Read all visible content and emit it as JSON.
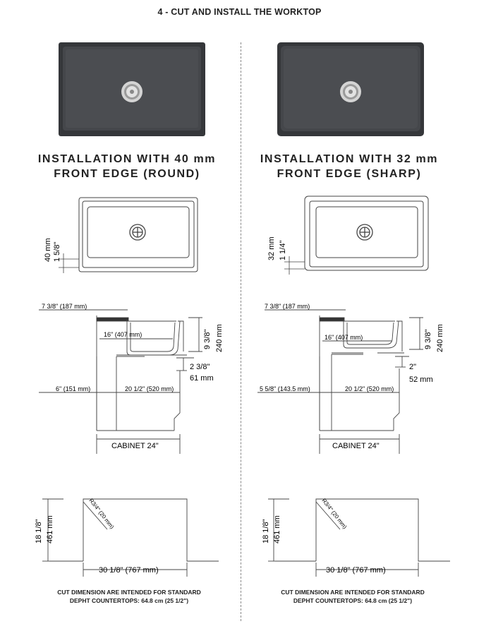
{
  "page_title": "4 - CUT AND INSTALL THE WORKTOP",
  "left": {
    "heading_line1": "INSTALLATION WITH 40 mm",
    "heading_line2": "FRONT EDGE (ROUND)",
    "edge_mm": "40 mm",
    "edge_in": "1 5/8\"",
    "top_offset": "7 3/8\" (187 mm)",
    "inner_width": "16\" (407 mm)",
    "depth_in": "9 3/8\"",
    "depth_mm": "240 mm",
    "drop_in": "2 3/8\"",
    "drop_mm": "61 mm",
    "side_offset": "6\" (151 mm)",
    "center_width": "20 1/2\" (520 mm)",
    "cabinet": "CABINET 24\"",
    "cut_h_in": "18 1/8\"",
    "cut_h_mm": "461 mm",
    "radius": "R3/4\" (20 mm)",
    "cut_w": "30 1/8\" (767 mm)",
    "note_line1": "CUT DIMENSION ARE INTENDED FOR STANDARD",
    "note_line2": "DEPHT COUNTERTOPS: 64.8 cm (25 1/2\")"
  },
  "right": {
    "heading_line1": "INSTALLATION WITH 32 mm",
    "heading_line2": "FRONT EDGE (SHARP)",
    "edge_mm": "32 mm",
    "edge_in": "1 1/4\"",
    "top_offset": "7 3/8\" (187 mm)",
    "inner_width": "16\" (407 mm)",
    "depth_in": "9 3/8\"",
    "depth_mm": "240 mm",
    "drop_in": "2\"",
    "drop_mm": "52 mm",
    "side_offset": "5 5/8\" (143.5 mm)",
    "center_width": "20 1/2\" (520 mm)",
    "cabinet": "CABINET 24\"",
    "cut_h_in": "18 1/8\"",
    "cut_h_mm": "461 mm",
    "radius": "R3/4\" (20 mm)",
    "cut_w": "30 1/8\" (767 mm)",
    "note_line1": "CUT DIMENSION ARE INTENDED FOR STANDARD",
    "note_line2": "DEPHT COUNTERTOPS: 64.8 cm (25 1/2\")"
  },
  "colors": {
    "sink_body": "#3d3f42",
    "sink_basin": "#4a4c50",
    "drain": "#c8c8c8",
    "line": "#444444"
  }
}
